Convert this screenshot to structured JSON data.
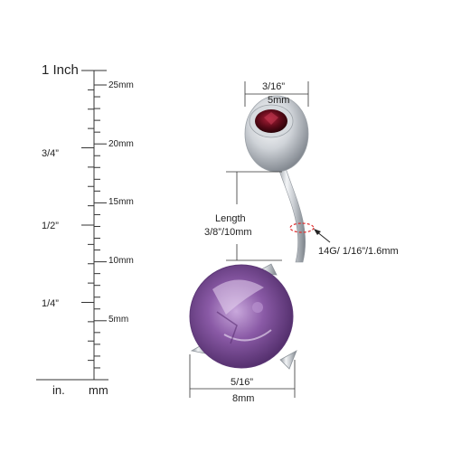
{
  "ruler": {
    "inch_title": "1 Inch",
    "inch_marks": [
      "3/4”",
      "1/2”",
      "1/4”"
    ],
    "mm_marks": [
      "25mm",
      "20mm",
      "15mm",
      "10mm",
      "5mm"
    ],
    "unit_in": "in.",
    "unit_mm": "mm"
  },
  "dimensions": {
    "top_ball_in": "3/16”",
    "top_ball_mm": "5mm",
    "length_label": "Length",
    "length_value": "3/8”/10mm",
    "gauge": "14G/ 1/16”/1.6mm",
    "stone_in": "5/16”",
    "stone_mm": "8mm"
  },
  "colors": {
    "steel": "#c9cdd2",
    "amethyst": "#8a5aa6",
    "garnet": "#6a0f1e",
    "gauge_marker": "#e03030"
  }
}
